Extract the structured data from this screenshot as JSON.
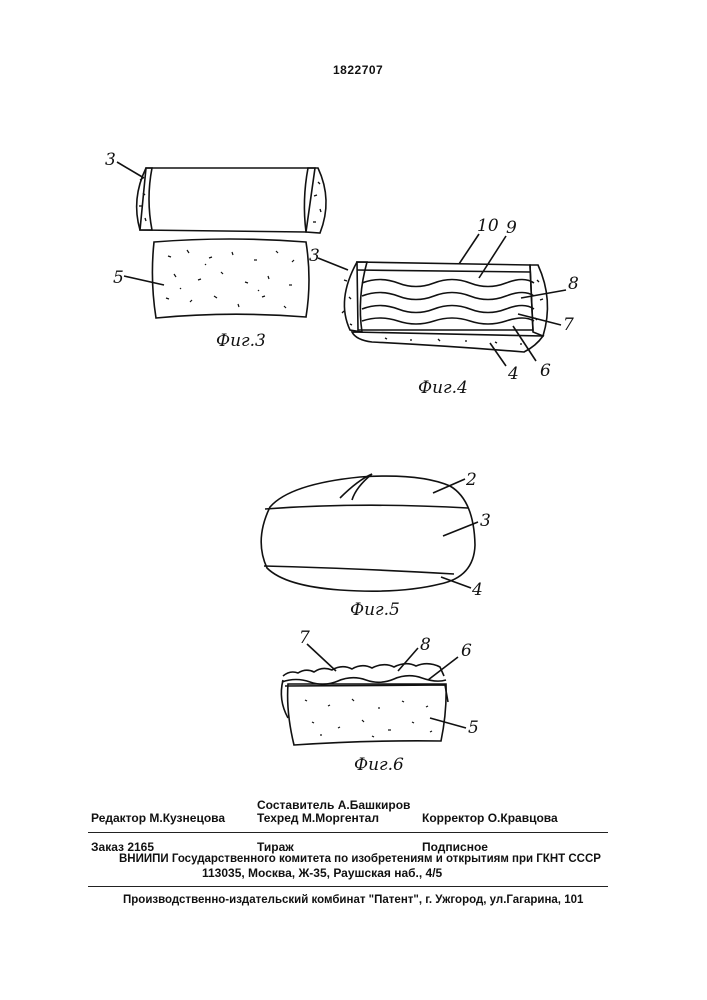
{
  "document": {
    "patent_number": "1822707"
  },
  "figures": {
    "fig3": {
      "caption": "Фиг.3",
      "labels": [
        "3",
        "5"
      ]
    },
    "fig4": {
      "caption": "Фиг.4",
      "labels": [
        "10",
        "9",
        "3",
        "8",
        "7",
        "6",
        "4"
      ]
    },
    "fig5": {
      "caption": "Фиг.5",
      "labels": [
        "2",
        "3",
        "4"
      ]
    },
    "fig6": {
      "caption": "Фиг.6",
      "labels": [
        "7",
        "8",
        "6",
        "5"
      ]
    }
  },
  "imprint": {
    "compiler": "Составитель А.Башкиров",
    "editor": "Редактор  М.Кузнецова",
    "tech_editor": "Техред М.Моргентал",
    "corrector": "Корректор  О.Кравцова",
    "order": "Заказ  2165",
    "circulation": "Тираж",
    "subscription": "Подписное",
    "institute": "ВНИИПИ Государственного комитета по изобретениям и открытиям при ГКНТ СССР",
    "address": "113035, Москва, Ж-35, Раушская наб., 4/5",
    "publisher": "Производственно-издательский комбинат \"Патент\", г. Ужгород, ул.Гагарина, 101"
  }
}
